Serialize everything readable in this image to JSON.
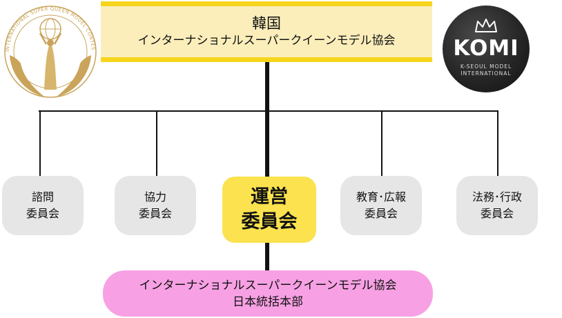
{
  "top": {
    "line1": "韓国",
    "line2": "インターナショナルスーパークイーンモデル協会"
  },
  "committees": [
    {
      "line1": "諮問",
      "line2": "委員会"
    },
    {
      "line1": "協力",
      "line2": "委員会"
    },
    {
      "line1": "教育･広報",
      "line2": "委員会"
    },
    {
      "line1": "法務･行政",
      "line2": "委員会"
    }
  ],
  "center": {
    "line1": "運営",
    "line2": "委員会"
  },
  "bottom": {
    "line1": "インターナショナルスーパークイーンモデル協会",
    "line2": "日本統括本部"
  },
  "left_logo": {
    "ring_text": "INTERNATIONAL SUPER QUEEN MODEL CONTEST",
    "icon": "queen-globe-hands-icon",
    "color": "#c9a45a"
  },
  "right_logo": {
    "name": "KOMI",
    "subtitle_line1": "K-SEOUL MODEL",
    "subtitle_line2": "INTERNATIONAL",
    "icon": "crown-icon"
  },
  "colors": {
    "top_fill": "#fbeebb",
    "top_border": "#f7d51c",
    "center_fill": "#fbe24e",
    "committee_fill": "#e6e6e6",
    "bottom_fill": "#f7a1e4",
    "line": "#111111"
  }
}
